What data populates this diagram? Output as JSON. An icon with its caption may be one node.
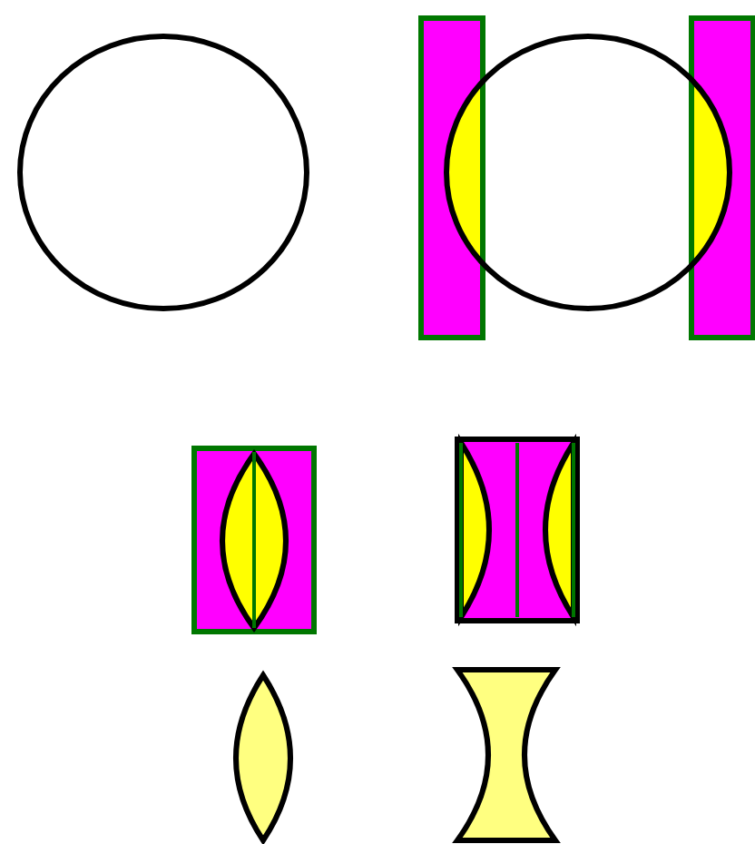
{
  "diagram": {
    "nodes": [
      {
        "text": [],
        "shape": "circle"
      },
      {
        "text": [],
        "shape": "circle"
      },
      {
        "text": [],
        "shape": "picture"
      },
      {
        "text": [],
        "shape": "picture"
      },
      {
        "text": [],
        "shape": "lens"
      },
      {
        "text": [],
        "shape": "lens"
      }
    ]
  }
}
